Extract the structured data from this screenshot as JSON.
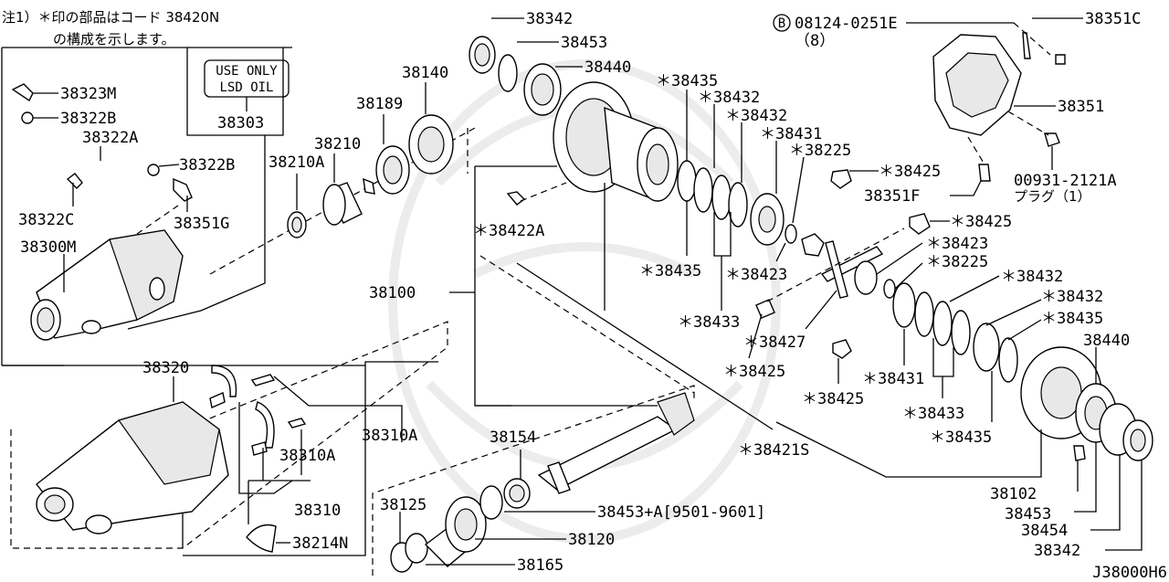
{
  "note": {
    "line1": "注1）＊印の部品はコード 38420N",
    "line2": "の構成を示します。"
  },
  "lsd_box": {
    "line1": "USE ONLY",
    "line2": "LSD OIL"
  },
  "labels": {
    "p38323M": "38323M",
    "p38322B_top": "38322B",
    "p38322A": "38322A",
    "p38322B_mid": "38322B",
    "p38322C": "38322C",
    "p38351G": "38351G",
    "p38300M": "38300M",
    "p38303": "38303",
    "p38210A": "38210A",
    "p38210": "38210",
    "p38189": "38189",
    "p38140": "38140",
    "p38342_top": "38342",
    "p38453_top": "38453",
    "p38440_top": "38440",
    "p38435_a": "＊38435",
    "p38432_a": "＊38432",
    "p38432_b": "＊38432",
    "p38431_a": "＊38431",
    "p38225_a": "＊38225",
    "p38422A": "＊38422A",
    "p38435_b": "＊38435",
    "p38423_a": "＊38423",
    "p38433_a": "＊38433",
    "p38425_a": "＊38425",
    "p38425_b": "＊38425",
    "p38423_b": "＊38423",
    "p38225_b": "＊38225",
    "p38432_c": "＊38432",
    "p38432_d": "＊38432",
    "p38435_c": "＊38435",
    "p38427": "＊38427",
    "p38425_c": "＊38425",
    "p38431_b": "＊38431",
    "p38425_d": "＊38425",
    "p38433_b": "＊38433",
    "p38435_d": "＊38435",
    "p38421S": "＊38421S",
    "p38440_right": "38440",
    "p38100": "38100",
    "p38320": "38320",
    "p38310A_a": "38310A",
    "p38310A_b": "38310A",
    "p38310": "38310",
    "p38214N": "38214N",
    "p38154": "38154",
    "p38453A": "38453+A[9501-9601]",
    "p38125": "38125",
    "p38120": "38120",
    "p38165": "38165",
    "p38102": "38102",
    "p38453_bot": "38453",
    "p38454": "38454",
    "p38342_bot": "38342",
    "b_circle": "B",
    "p08124": "08124-0251E",
    "qty8": "（8）",
    "p38351C": "38351C",
    "p38351": "38351",
    "p38351F": "38351F",
    "p00931": "00931-2121A",
    "plug": "プラグ（1）"
  },
  "diagram_code": "J38000H6"
}
